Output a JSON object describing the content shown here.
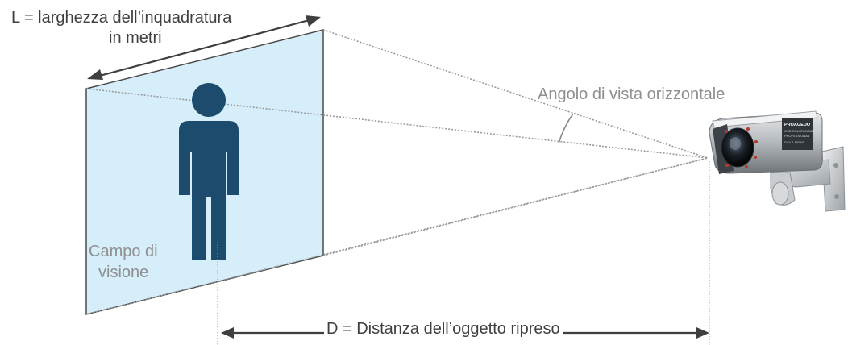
{
  "labels": {
    "width_line1": "L = larghezza dell’inquadratura",
    "width_line2": "in metri",
    "angle": "Angolo di vista orizzontale",
    "field_line1": "Campo di",
    "field_line2": "visione",
    "distance": "D = Distanza dell’oggetto ripreso"
  },
  "camera": {
    "brand": "PROAGEDO",
    "text_line1": "CCD COLOR CAMERA",
    "text_line2": "PROFESSIONAL",
    "text_line3": "DAY & NIGHT"
  },
  "colors": {
    "field_fill": "#d5eefa",
    "person": "#1d4b6e",
    "arrow": "#3f3f3f",
    "label_grey": "#8f8f8f"
  }
}
